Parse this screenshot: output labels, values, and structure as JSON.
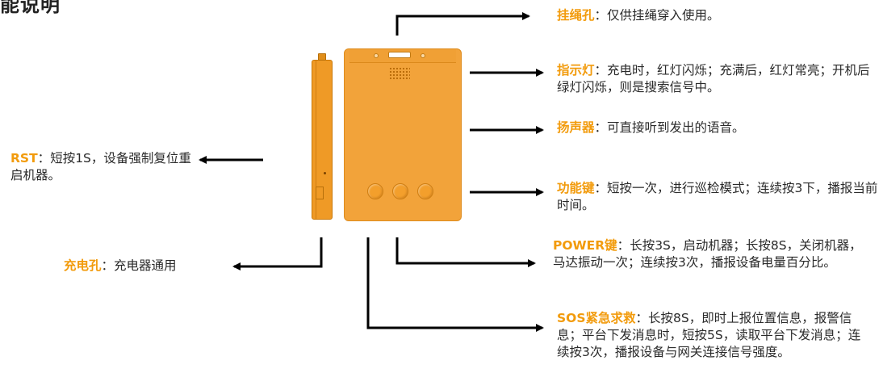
{
  "page_heading": "能说明",
  "callouts": {
    "hang_hole": {
      "term": "挂绳孔",
      "sep": "：",
      "desc": "仅供挂绳穿入使用。"
    },
    "indicator": {
      "term": "指示灯",
      "sep": "：",
      "desc": "充电时，红灯闪烁；充满后，红灯常亮；开机后绿灯闪烁，则是搜索信号中。"
    },
    "speaker": {
      "term": "扬声器",
      "sep": "：",
      "desc": "可直接听到发出的语音。"
    },
    "function_key": {
      "term": "功能键",
      "sep": "：",
      "desc": "短按一次，进行巡检模式；连续按3下，播报当前时间。"
    },
    "power_key": {
      "term": "POWER键",
      "sep": "：",
      "desc": "长按3S，启动机器；长按8S，关闭机器，马达振动一次；连续按3次，播报设备电量百分比。"
    },
    "sos_key": {
      "term": "SOS紧急求救",
      "sep": "：",
      "desc": "长按8S，即时上报位置信息，报警信息；平台下发消息时，短按5S，读取平台下发消息；连续按3次，播报设备与网关连接信号强度。"
    },
    "rst": {
      "term": "RST",
      "sep": "：",
      "desc": "短按1S，设备强制复位重启机器。"
    },
    "charge_port": {
      "term": "充电孔",
      "sep": "：",
      "desc": "充电器通用"
    }
  },
  "colors": {
    "term": "#f29b0c",
    "device_body": "#f2a33a",
    "arrow": "#000000"
  }
}
